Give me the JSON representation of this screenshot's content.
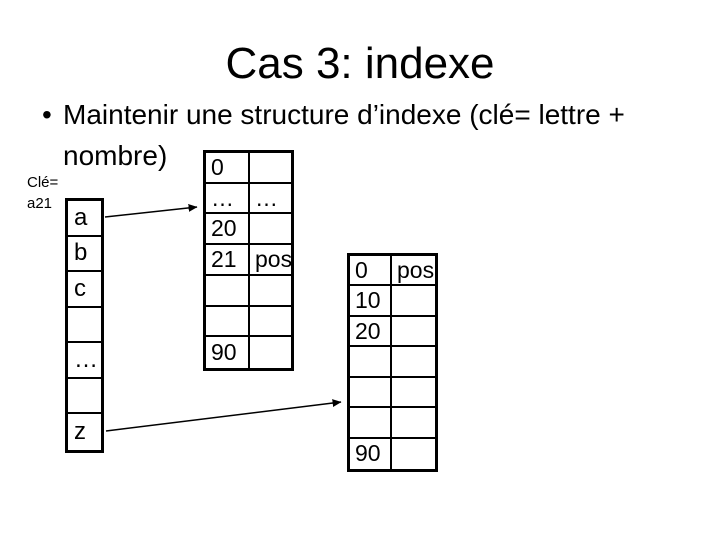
{
  "slide": {
    "title": "Cas 3: indexe",
    "bullet": {
      "marker": "•",
      "lines": [
        "Maintenir une structure d’indexe (clé= lettre +",
        "nombre)"
      ]
    },
    "key_label": {
      "line1": "Clé=",
      "line2": "a21"
    }
  },
  "tables": {
    "letters": {
      "rows": [
        "a",
        "b",
        "c",
        "",
        "…",
        "",
        "z"
      ]
    },
    "index_a": {
      "rows": [
        [
          "0",
          ""
        ],
        [
          "…",
          "…"
        ],
        [
          "20",
          ""
        ],
        [
          "21",
          "pos"
        ],
        [
          "",
          ""
        ],
        [
          "",
          ""
        ],
        [
          "90",
          ""
        ]
      ]
    },
    "index_z": {
      "rows": [
        [
          "0",
          "pos"
        ],
        [
          "10",
          ""
        ],
        [
          "20",
          ""
        ],
        [
          "",
          ""
        ],
        [
          "",
          ""
        ],
        [
          "",
          ""
        ],
        [
          "90",
          ""
        ]
      ]
    }
  },
  "arrows": [
    {
      "from": "letters-cell-a",
      "to": "index-table-a"
    },
    {
      "from": "letters-cell-z",
      "to": "index-table-z"
    }
  ],
  "colors": {
    "ink": "#000000",
    "background": "#ffffff"
  }
}
